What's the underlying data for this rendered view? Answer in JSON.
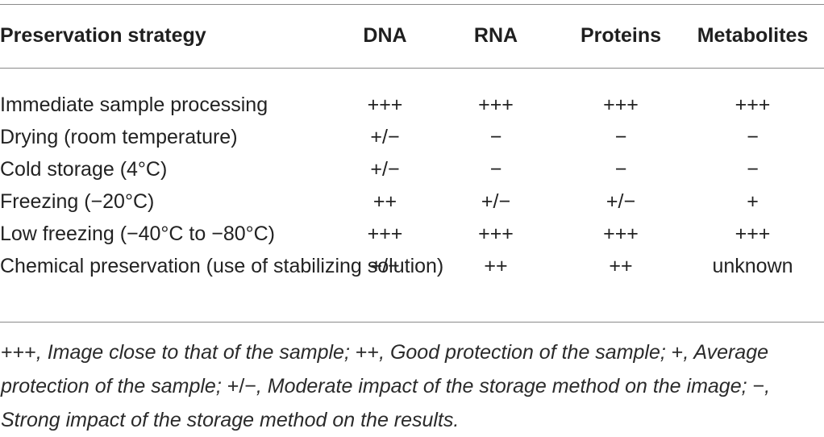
{
  "table": {
    "headers": {
      "strategy": "Preservation strategy",
      "dna": "DNA",
      "rna": "RNA",
      "proteins": "Proteins",
      "metabolites": "Metabolites"
    },
    "rows": [
      {
        "strategy": "Immediate sample processing",
        "dna": "+++",
        "rna": "+++",
        "proteins": "+++",
        "metabolites": "+++"
      },
      {
        "strategy": "Drying (room temperature)",
        "dna": "+/−",
        "rna": "−",
        "proteins": "−",
        "metabolites": "−"
      },
      {
        "strategy": "Cold storage (4°C)",
        "dna": "+/−",
        "rna": "−",
        "proteins": "−",
        "metabolites": "−"
      },
      {
        "strategy": "Freezing (−20°C)",
        "dna": "++",
        "rna": "+/−",
        "proteins": "+/−",
        "metabolites": "+"
      },
      {
        "strategy": "Low freezing (−40°C to −80°C)",
        "dna": "+++",
        "rna": "+++",
        "proteins": "+++",
        "metabolites": "+++"
      },
      {
        "strategy": "Chemical preservation (use of stabilizing solution)",
        "dna": "+/−",
        "rna": "++",
        "proteins": "++",
        "metabolites": "unknown"
      }
    ]
  },
  "footnote": {
    "items": [
      {
        "symbol": "+++",
        "text": ", Image close to that of the sample; "
      },
      {
        "symbol": "++",
        "text": ", Good protection of the sample; "
      },
      {
        "symbol": "+",
        "text": ", Average protection of the sample; "
      },
      {
        "symbol": "+/−",
        "text": ", Moderate impact of the storage method on the image; "
      },
      {
        "symbol": "−",
        "text": ", Strong impact of the storage method on the results."
      }
    ]
  }
}
